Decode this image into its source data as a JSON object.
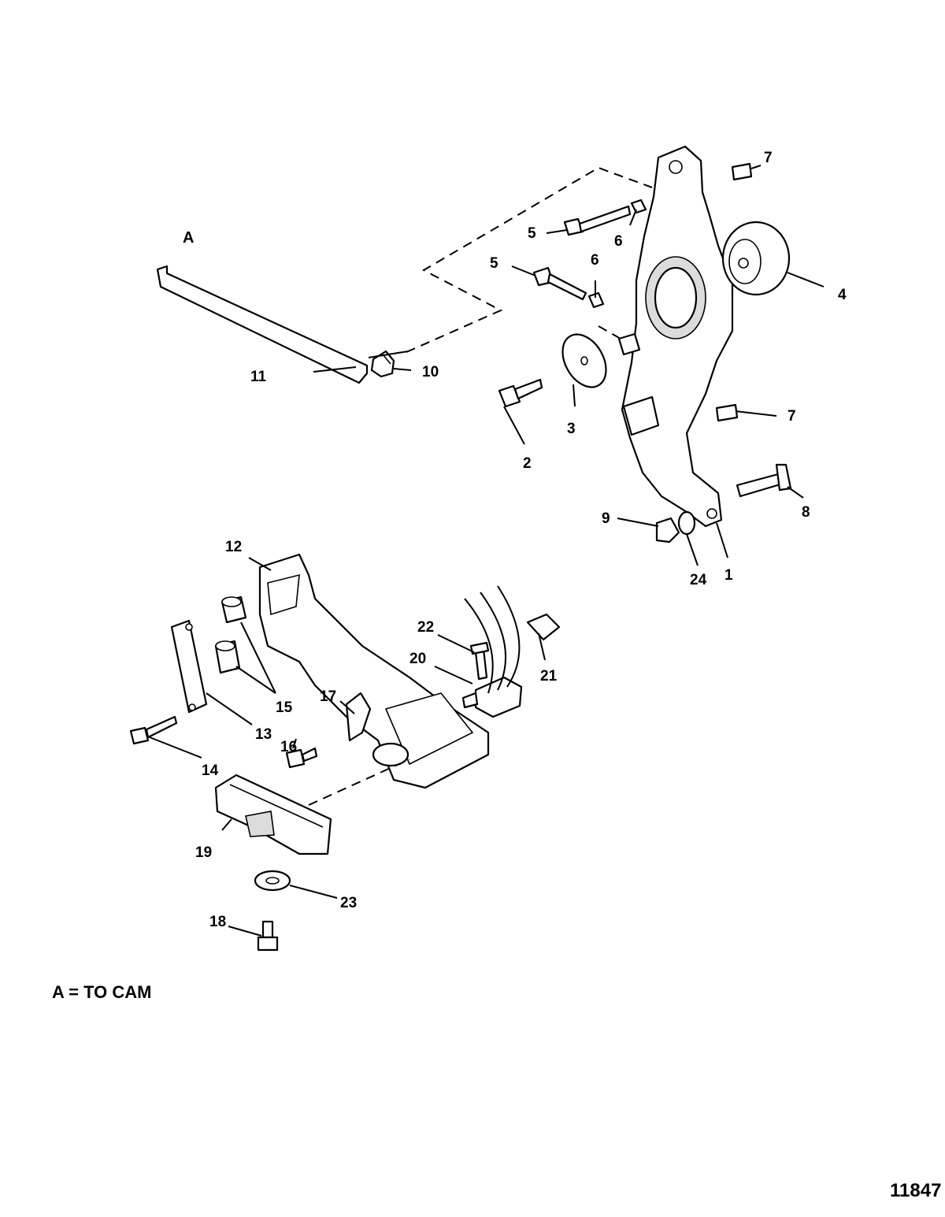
{
  "diagram": {
    "ref_label": "A",
    "note": "A = TO CAM",
    "figure_number": "11847",
    "callouts": {
      "c1": "1",
      "c2": "2",
      "c3": "3",
      "c4": "4",
      "c5a": "5",
      "c5b": "5",
      "c6a": "6",
      "c6b": "6",
      "c7a": "7",
      "c7b": "7",
      "c8": "8",
      "c9": "9",
      "c10": "10",
      "c11": "11",
      "c12": "12",
      "c13": "13",
      "c14": "14",
      "c15": "15",
      "c16": "16",
      "c17": "17",
      "c18": "18",
      "c19": "19",
      "c20": "20",
      "c21": "21",
      "c22": "22",
      "c23": "23",
      "c24": "24"
    }
  }
}
